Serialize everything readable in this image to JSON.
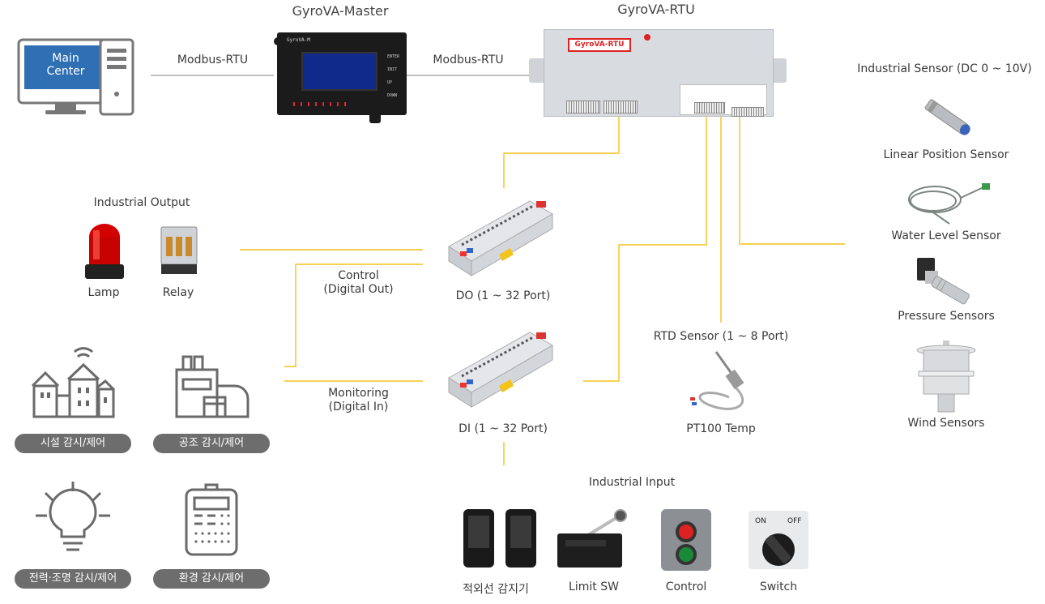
{
  "devices": {
    "master_title": "GyroVA-Master",
    "rtu_title": "GyroVA-RTU",
    "main_center": [
      "Main",
      "Center"
    ],
    "link_left": "Modbus-RTU",
    "link_right": "Modbus-RTU",
    "master_face": "GyroVA-M",
    "master_buttons": [
      "ENTER",
      "INIT",
      "UP",
      "DOWN"
    ],
    "rtu_face": "GyroVA-RTU"
  },
  "output": {
    "title": "Industrial Output",
    "lamp": "Lamp",
    "relay": "Relay",
    "control": [
      "Control",
      "(Digital Out)"
    ],
    "monitoring": [
      "Monitoring",
      "(Digital In)"
    ]
  },
  "terminals": {
    "do": "DO (1 ~ 32 Port)",
    "di": "DI (1 ~ 32 Port)"
  },
  "applications": {
    "facility": "시설 감시/제어",
    "factory": "공조 감시/제어",
    "power": "전력·조명 감시/제어",
    "environment": "환경 감시/제어"
  },
  "rtd": {
    "title": "RTD Sensor (1 ~ 8 Port)",
    "pt100": "PT100 Temp"
  },
  "sensors": {
    "title": "Industrial Sensor (DC 0 ~ 10V)",
    "items": [
      "Linear Position Sensor",
      "Water Level Sensor",
      "Pressure Sensors",
      "Wind Sensors"
    ]
  },
  "input": {
    "title": "Industrial Input",
    "items": [
      "적외선 감지기",
      "Limit SW",
      "Control",
      "Switch"
    ],
    "switch_on": "ON",
    "switch_off": "OFF"
  },
  "colors": {
    "wire": "#f3c21b",
    "link": "#9a9a9a",
    "pill": "#6d6d6d",
    "icon": "#6a6a6a",
    "screen": "#2f6fb3"
  }
}
